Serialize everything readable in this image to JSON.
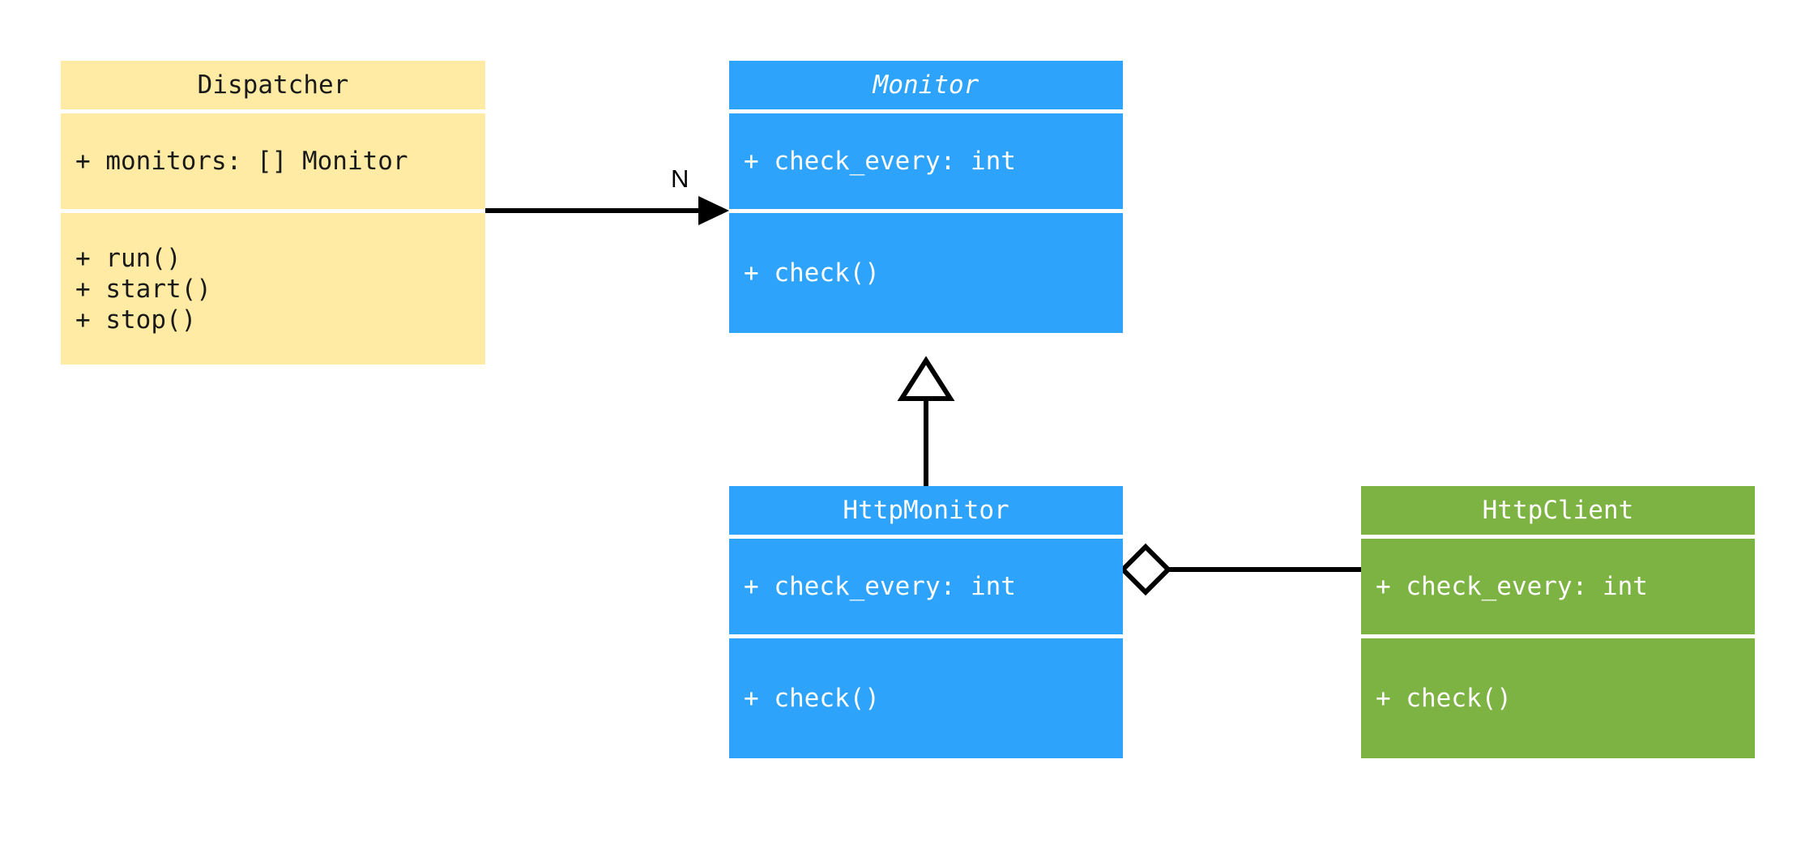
{
  "diagram": {
    "kind": "uml-class-diagram",
    "background": "#ffffff",
    "classes": [
      {
        "id": "dispatcher",
        "name": "Dispatcher",
        "abstract": false,
        "color": "#ffeba3",
        "text_color": "#1a1a1a",
        "attributes": [
          "+ monitors: [] Monitor"
        ],
        "operations": [
          "+ run()",
          "+ start()",
          "+ stop()"
        ]
      },
      {
        "id": "monitor",
        "name": "Monitor",
        "abstract": true,
        "color": "#2ea3fc",
        "text_color": "#ffffff",
        "attributes": [
          "+ check_every: int"
        ],
        "operations": [
          "+ check()"
        ]
      },
      {
        "id": "httpmonitor",
        "name": "HttpMonitor",
        "abstract": false,
        "color": "#2ea3fc",
        "text_color": "#ffffff",
        "attributes": [
          "+ check_every: int"
        ],
        "operations": [
          "+ check()"
        ]
      },
      {
        "id": "httpclient",
        "name": "HttpClient",
        "abstract": false,
        "color": "#7cb342",
        "text_color": "#ffffff",
        "attributes": [
          "+ check_every: int"
        ],
        "operations": [
          "+ check()"
        ]
      }
    ],
    "relationships": [
      {
        "id": "dispatcher-to-monitor",
        "type": "association",
        "arrow": "filled-triangle",
        "from": "dispatcher",
        "to": "monitor",
        "label": "N"
      },
      {
        "id": "httpmonitor-inherits-monitor",
        "type": "generalization",
        "arrow": "hollow-triangle",
        "from": "httpmonitor",
        "to": "monitor",
        "label": ""
      },
      {
        "id": "httpmonitor-aggregates-httpclient",
        "type": "aggregation",
        "arrow": "hollow-diamond",
        "from": "httpmonitor",
        "to": "httpclient",
        "label": ""
      }
    ],
    "line_color": "#000000"
  }
}
